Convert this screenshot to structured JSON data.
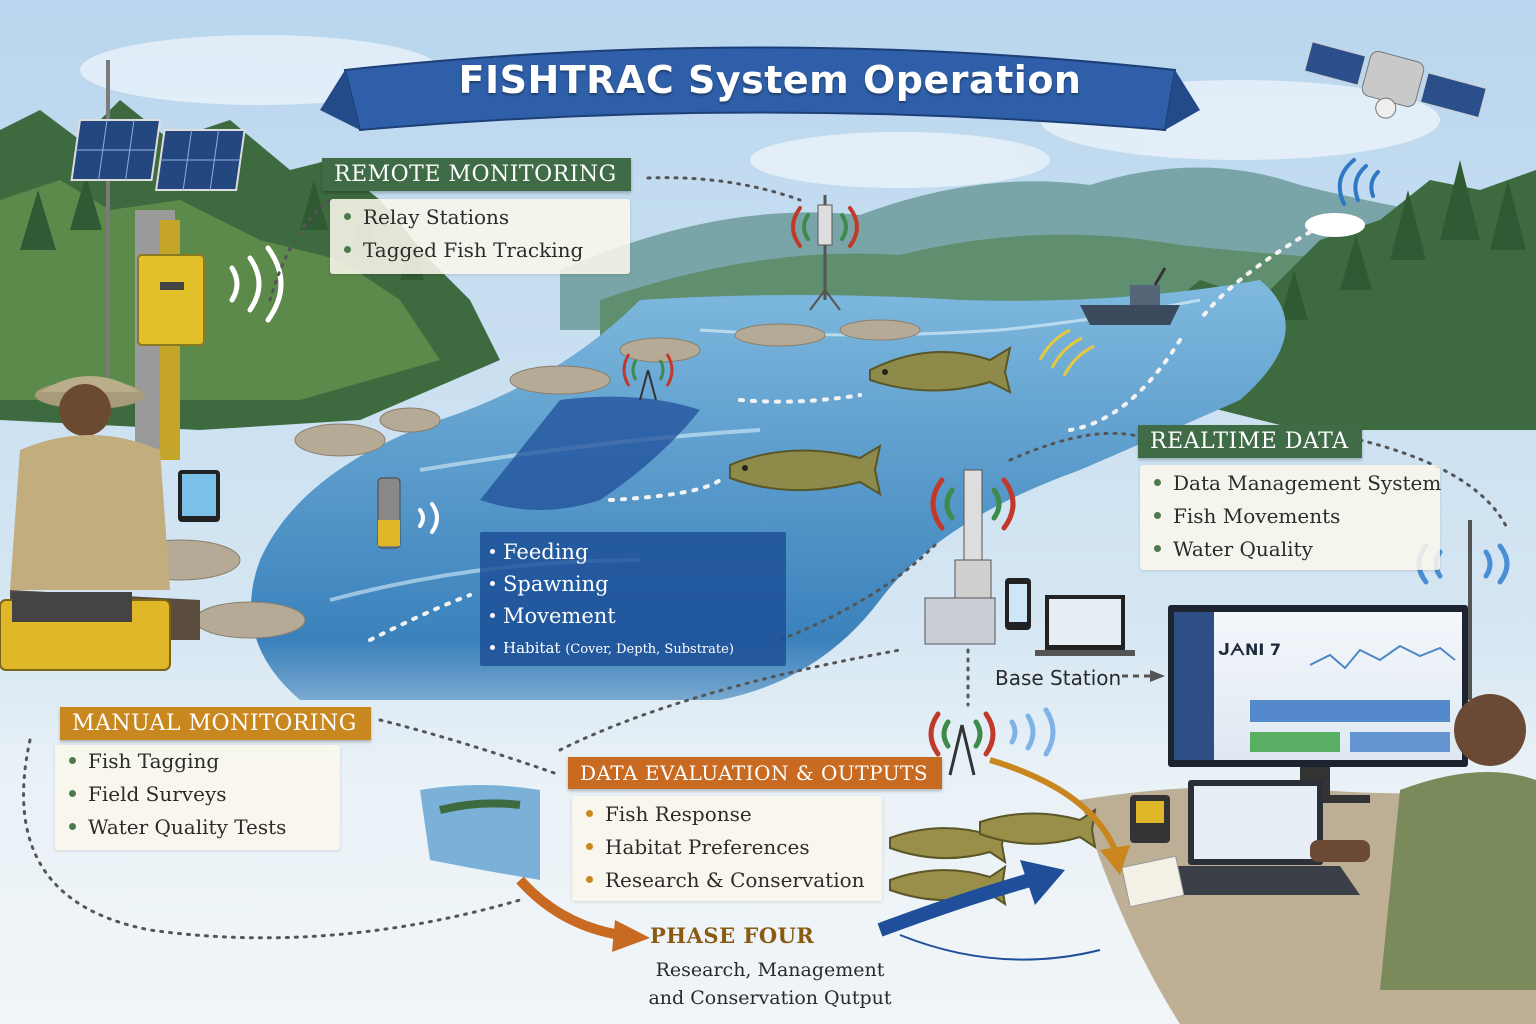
{
  "title": "FISHTRAC System Operation",
  "remote_monitoring": {
    "heading": "REMOTE MONITORING",
    "items": [
      "Relay Stations",
      "Tagged Fish Tracking"
    ]
  },
  "behaviours": {
    "items": [
      "Feeding",
      "Spawning",
      "Movement"
    ],
    "habitat": "Habitat",
    "habitat_detail": "(Cover, Depth, Substrate)"
  },
  "realtime_data": {
    "heading": "REALTIME DATA",
    "items": [
      "Data Management System",
      "Fish Movements",
      "Water Quality"
    ]
  },
  "base_station": {
    "label": "Base Station"
  },
  "manual_monitoring": {
    "heading": "MANUAL MONITORING",
    "items": [
      "Fish Tagging",
      "Field Surveys",
      "Water Quality Tests"
    ]
  },
  "data_evaluation": {
    "heading": "DATA EVALUATION & OUTPUTS",
    "items": [
      "Fish Response",
      "Habitat Preferences",
      "Research & Conservation"
    ]
  },
  "phase_four": {
    "title": "PHASE FOUR",
    "line1": "Research, Management",
    "line2": "and Conservation Qutput"
  },
  "dashboard": {
    "text": "ᒍᗅNI 7"
  },
  "colors": {
    "banner": "#2f5fa8",
    "remote_tag": "#3f6b46",
    "manual_tag": "#c8871f",
    "evaluation_tag": "#c96a22",
    "behaviour_panel": "#1c4e96",
    "river": "#3f8fc4"
  }
}
